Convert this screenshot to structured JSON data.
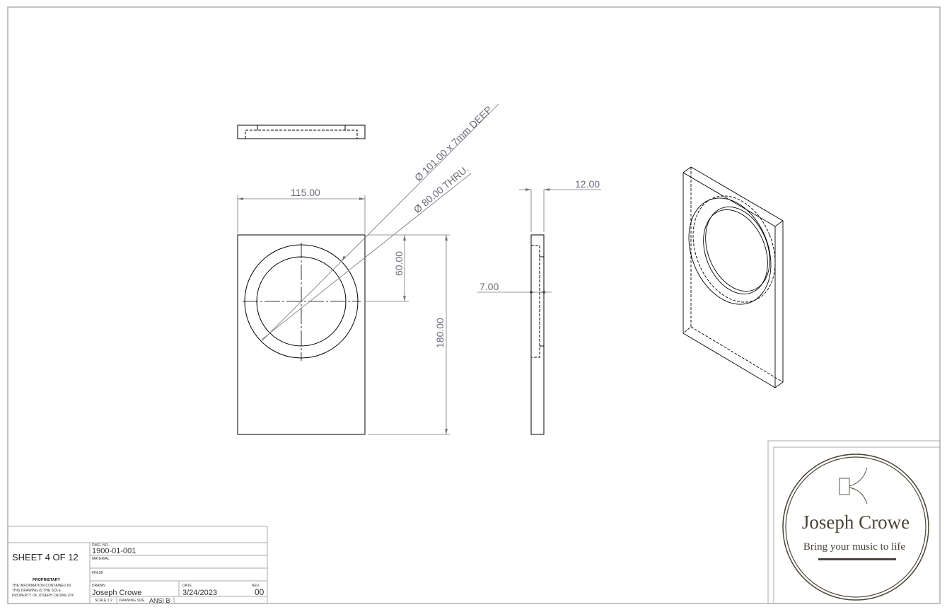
{
  "dimensions": {
    "width": "115.00",
    "height": "180.00",
    "hole_offset": "60.00",
    "counterbore": "Ø 101.00 x 7mm DEEP",
    "thru_hole": "Ø 80.00 THRU.",
    "thickness": "12.00",
    "recess_depth": "7.00"
  },
  "title_block": {
    "sheet": "SHEET 4 OF 12",
    "proprietary_title": "PROPRIETARY",
    "proprietary_lines": [
      "THE INFORMATION CONTAINED IN",
      "THIS DRAWING IS THE SOLE",
      "PROPERTY OF JOSEPH CROWE DIY."
    ],
    "dwg_no_label": "DWG. NO.",
    "dwg_no": "1900-01-001",
    "material_label": "MATERIAL",
    "finish_label": "FINISH",
    "drawn_label": "DRAWN",
    "drawn_by": "Joseph Crowe",
    "date_label": "DATE",
    "date": "3/24/2023",
    "rev_label": "REV.",
    "rev": "00",
    "scale": "SCALE:1:2",
    "drawing_size_label": "DRAWING SIZE",
    "drawing_size": "ANSI B"
  },
  "logo": {
    "name": "Joseph Crowe",
    "tagline": "Bring your music to life",
    "color": "#4a4536"
  }
}
